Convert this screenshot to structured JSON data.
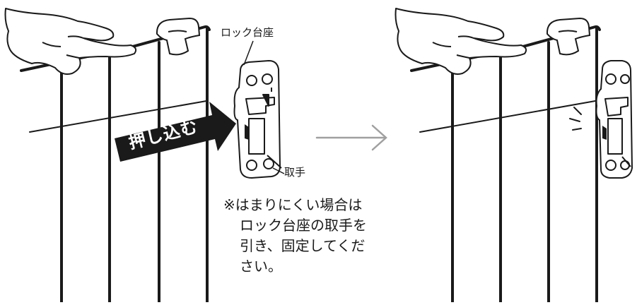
{
  "labels": {
    "lock_base": "ロック台座",
    "handle": "取手",
    "push_in": "押し込む"
  },
  "note": {
    "line1": "※はまりにくい場合は",
    "line2": "ロック台座の取手を",
    "line3": "引き、固定してくだ",
    "line4": "さい。"
  },
  "colors": {
    "line": "#1a1a1a",
    "arrow_fill": "#1a1a1a",
    "next_arrow": "#a0a0a0",
    "part_fill": "#ffffff"
  }
}
